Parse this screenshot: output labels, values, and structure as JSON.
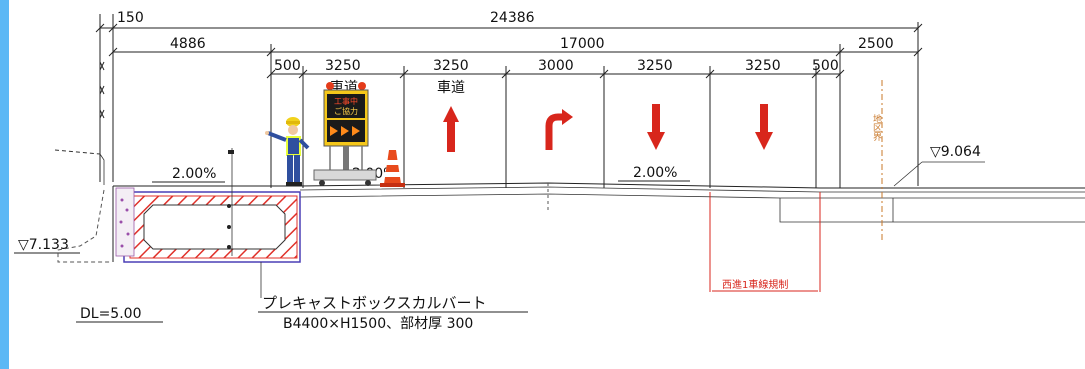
{
  "dimensions": {
    "total_width": "24386",
    "left_offset": "150",
    "left_shoulder": "4886",
    "carriageway_total": "17000",
    "right_shoulder": "2500",
    "lane_widths": [
      "500",
      "3250",
      "3250",
      "3000",
      "3250",
      "3250",
      "500"
    ]
  },
  "lane_labels": {
    "lane_1": "車道",
    "lane_2": "車道"
  },
  "slopes": {
    "left": "2.00%",
    "center": "2.00%",
    "right": "2.00%"
  },
  "elevations": {
    "left": "▽7.133",
    "right": "▽9.064"
  },
  "datum": "DL=5.00",
  "box_culvert": {
    "title": "プレキャストボックスカルバート",
    "spec": "B4400×H1500、部材厚 300"
  },
  "sign_board": {
    "line1": "工事中",
    "line2": "ご協力"
  },
  "district_boundary": "地区界",
  "lane_restriction": "西進1車線規制",
  "colors": {
    "arrow_red": "#d8261c",
    "culvert_hatch": "#e0312a",
    "culvert_outline": "#4a3fb5",
    "left_bar": "#5bb8f5",
    "boundary": "#c9782a"
  }
}
